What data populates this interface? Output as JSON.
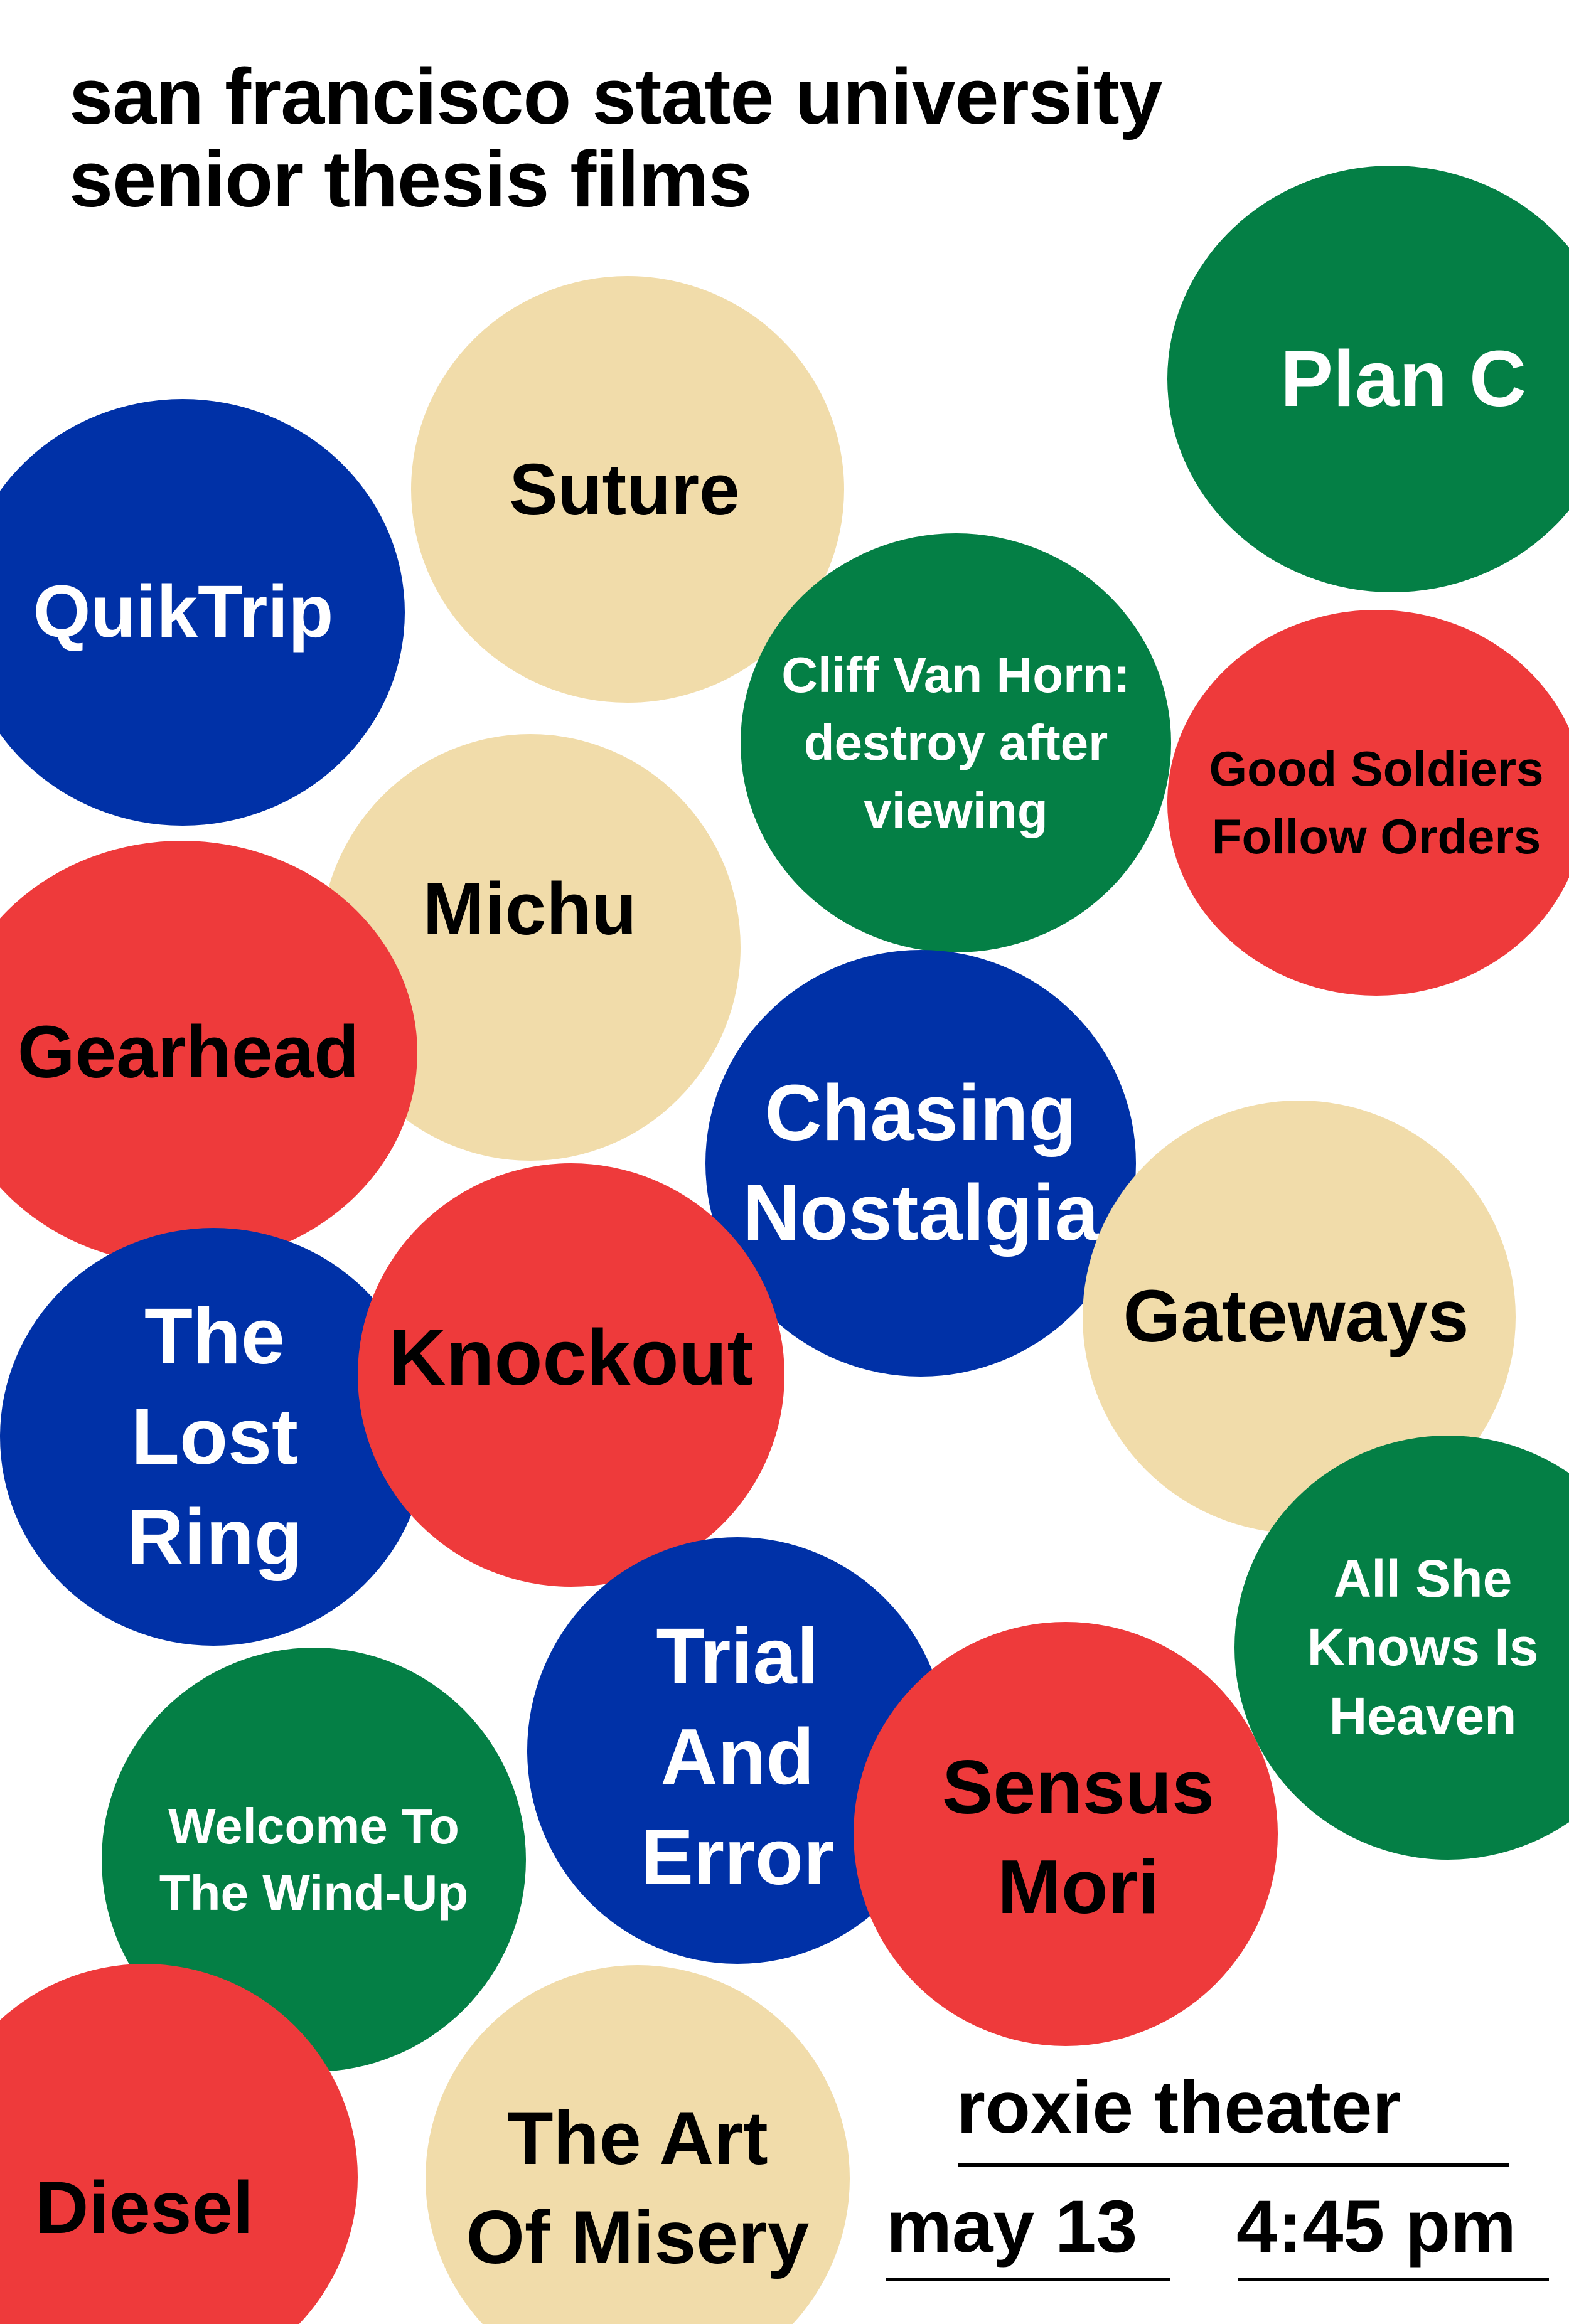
{
  "poster": {
    "heading_line1": "san francisco state university",
    "heading_line2": "senior thesis films",
    "films": [
      {
        "key": "plan-c",
        "lines": [
          "Plan C"
        ],
        "color": "green"
      },
      {
        "key": "suture",
        "lines": [
          "Suture"
        ],
        "color": "tan"
      },
      {
        "key": "quiktrip",
        "lines": [
          "QuikTrip"
        ],
        "color": "blue"
      },
      {
        "key": "cliff-van-horn",
        "lines": [
          "Cliff Van Horn:",
          "destroy after",
          "viewing"
        ],
        "color": "green"
      },
      {
        "key": "good-soldiers",
        "lines": [
          "Good Soldiers",
          "Follow Orders"
        ],
        "color": "red"
      },
      {
        "key": "michu",
        "lines": [
          "Michu"
        ],
        "color": "tan"
      },
      {
        "key": "gearhead",
        "lines": [
          "Gearhead"
        ],
        "color": "red"
      },
      {
        "key": "chasing-nostalgia",
        "lines": [
          "Chasing",
          "Nostalgia"
        ],
        "color": "blue"
      },
      {
        "key": "gateways",
        "lines": [
          "Gateways"
        ],
        "color": "tan"
      },
      {
        "key": "the-lost-ring",
        "lines": [
          "The",
          "Lost",
          "Ring"
        ],
        "color": "blue"
      },
      {
        "key": "knockout",
        "lines": [
          "Knockout"
        ],
        "color": "red"
      },
      {
        "key": "all-she-knows",
        "lines": [
          "All She",
          "Knows Is",
          "Heaven"
        ],
        "color": "green"
      },
      {
        "key": "trial-and-error",
        "lines": [
          "Trial",
          "And",
          "Error"
        ],
        "color": "blue"
      },
      {
        "key": "sensus-mori",
        "lines": [
          "Sensus",
          "Mori"
        ],
        "color": "red"
      },
      {
        "key": "welcome-wind-up",
        "lines": [
          "Welcome To",
          "The Wind-Up"
        ],
        "color": "green"
      },
      {
        "key": "diesel",
        "lines": [
          "Diesel"
        ],
        "color": "red"
      },
      {
        "key": "art-of-misery",
        "lines": [
          "The Art",
          "Of Misery"
        ],
        "color": "tan"
      }
    ],
    "venue": "roxie theater",
    "date": "may 13",
    "time": "4:45 pm"
  },
  "colors": {
    "green": "#047f45",
    "blue": "#0031a7",
    "red": "#ee3a3b",
    "tan": "#f1dcaa"
  }
}
